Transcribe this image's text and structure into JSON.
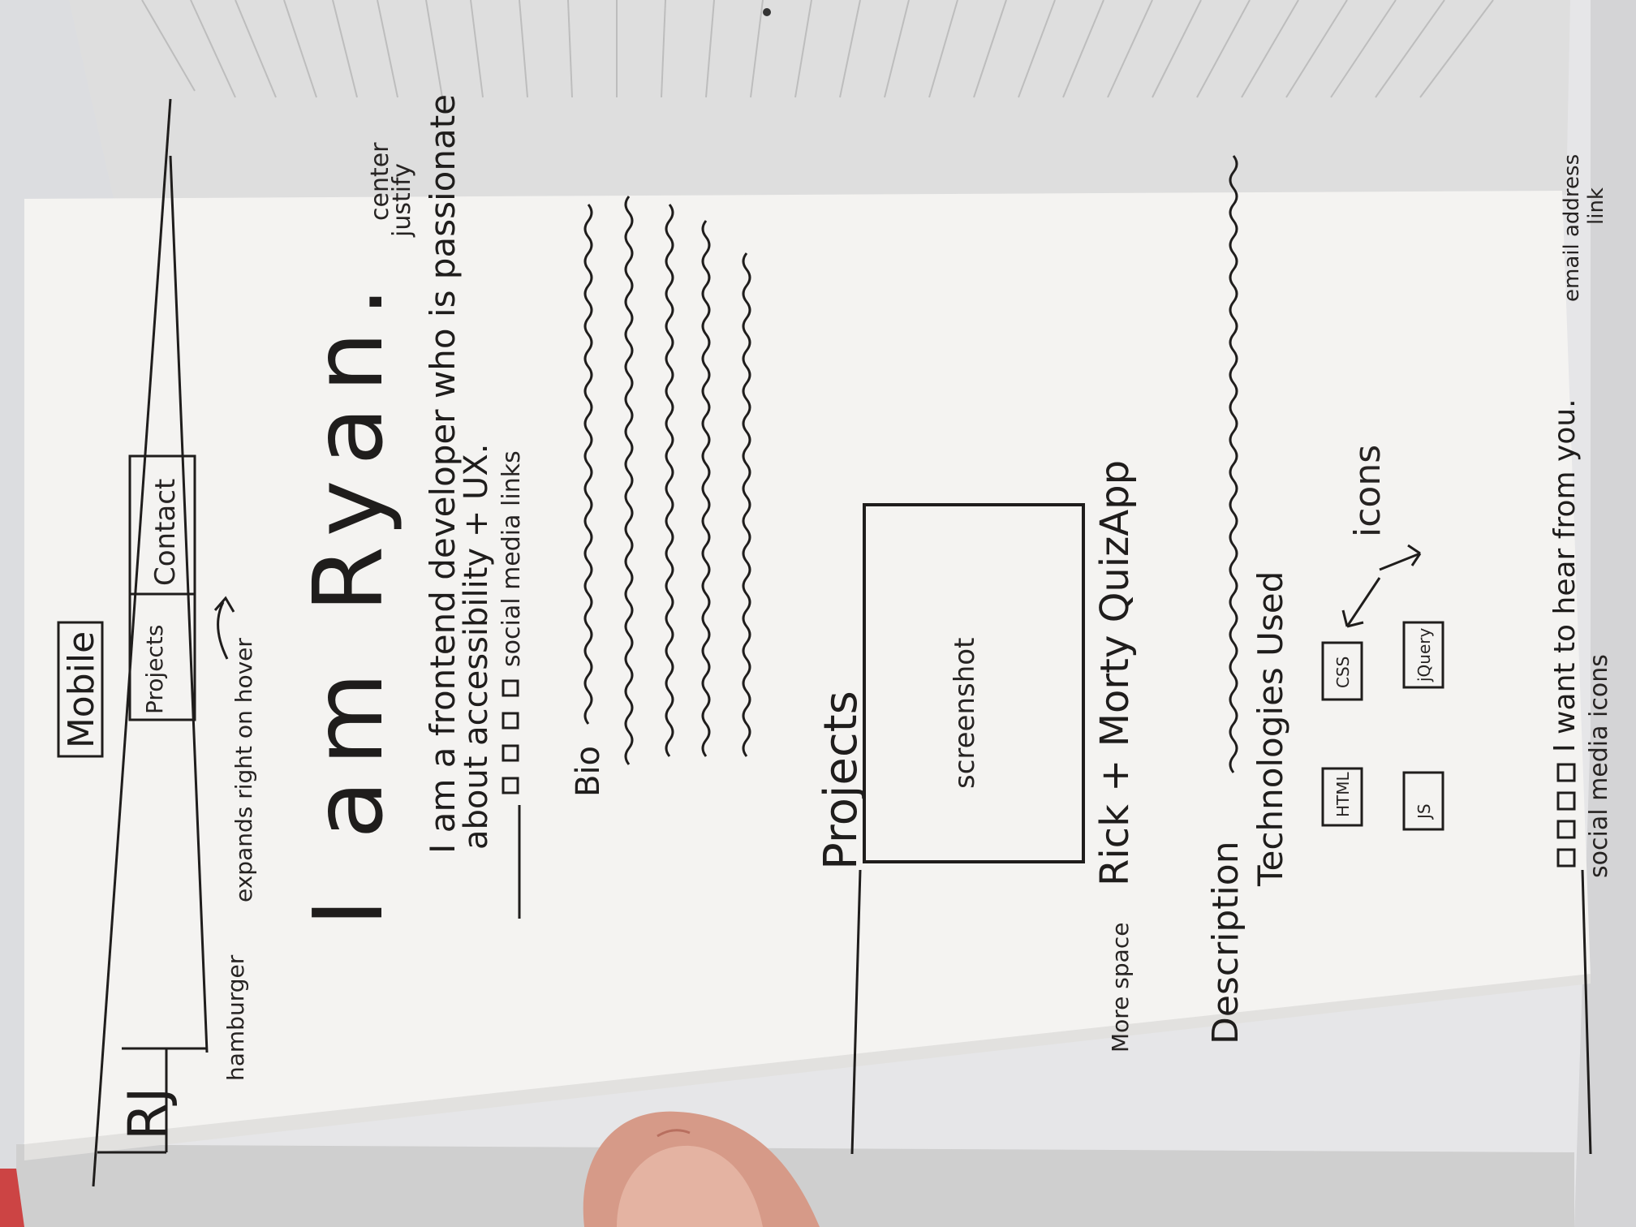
{
  "sketch": {
    "label": "Mobile",
    "nav": {
      "logo": "RJ",
      "links": [
        "Projects",
        "Contact"
      ],
      "note_hamburger": "hamburger",
      "note_expands": "expands right on hover"
    },
    "hero": {
      "heading": "I am Ryan.",
      "intro_line1": "I am a frontend developer who is passionate",
      "intro_line2": "about accessibility + UX.",
      "social_note": "social media links",
      "align_note_line1": "center",
      "align_note_line2": "justify"
    },
    "bio": {
      "label": "Bio"
    },
    "projects": {
      "heading": "Projects",
      "screenshot_label": "screenshot",
      "title": "Rick + Morty QuizApp",
      "space_note": "More space",
      "description_label": "Description",
      "tech_heading": "Technologies Used",
      "tech_badges": [
        "HTML",
        "CSS",
        "jQuery",
        "JS"
      ],
      "icons_note": "icons"
    },
    "footer": {
      "message": "I want to hear from you.",
      "email_note_line1": "email address",
      "email_note_line2": "link",
      "social_note": "social media icons"
    }
  },
  "colors": {
    "ink": "#1f1d1c",
    "paper": "#f5f4f2",
    "background_sheet": "#ececeb",
    "thumb": "#d69a88"
  }
}
